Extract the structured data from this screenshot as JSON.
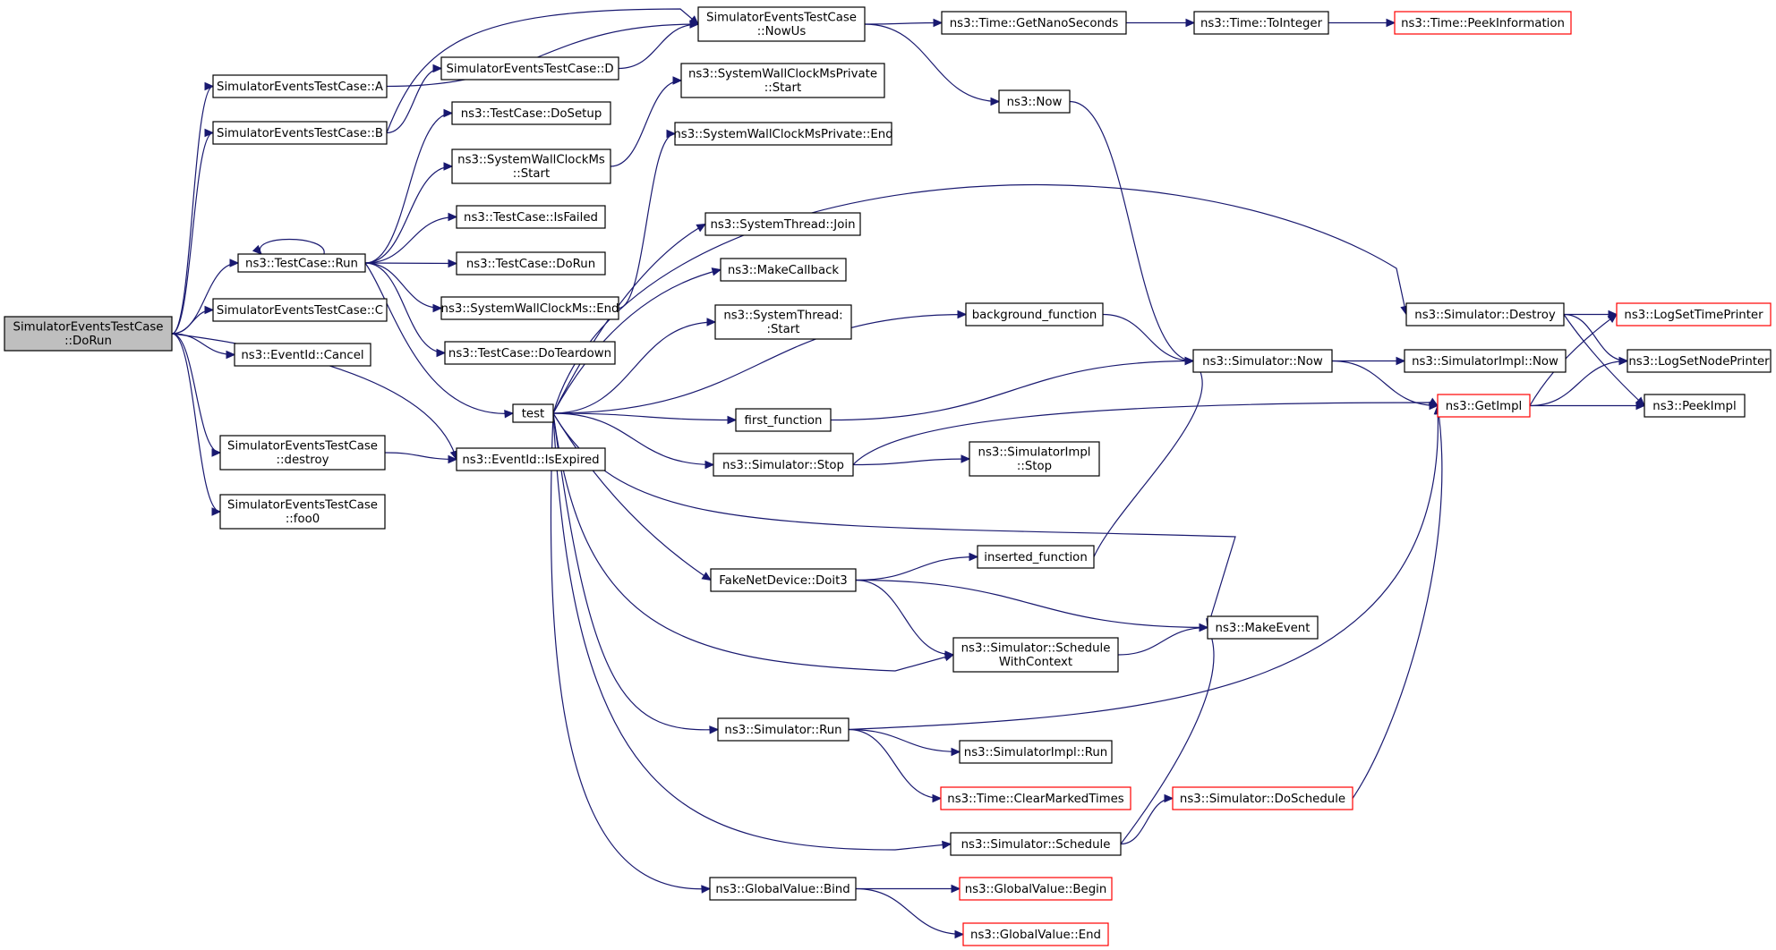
{
  "graph": {
    "colors": {
      "edge": "#191970",
      "root_fill": "#bfbfbf",
      "truncated_border": "#ff0000",
      "node_border": "#000000"
    },
    "nodes": [
      {
        "id": "dorun",
        "lines": [
          "SimulatorEventsTestCase",
          "::DoRun"
        ],
        "style": "root"
      },
      {
        "id": "A",
        "lines": [
          "SimulatorEventsTestCase::A"
        ]
      },
      {
        "id": "B",
        "lines": [
          "SimulatorEventsTestCase::B"
        ]
      },
      {
        "id": "run",
        "lines": [
          "ns3::TestCase::Run"
        ]
      },
      {
        "id": "C",
        "lines": [
          "SimulatorEventsTestCase::C"
        ]
      },
      {
        "id": "cancel",
        "lines": [
          "ns3::EventId::Cancel"
        ]
      },
      {
        "id": "destroyTC",
        "lines": [
          "SimulatorEventsTestCase",
          "::destroy"
        ]
      },
      {
        "id": "foo0",
        "lines": [
          "SimulatorEventsTestCase",
          "::foo0"
        ]
      },
      {
        "id": "nowus",
        "lines": [
          "SimulatorEventsTestCase",
          "::NowUs"
        ]
      },
      {
        "id": "D",
        "lines": [
          "SimulatorEventsTestCase::D"
        ]
      },
      {
        "id": "dosetup",
        "lines": [
          "ns3::TestCase::DoSetup"
        ]
      },
      {
        "id": "swcStart",
        "lines": [
          "ns3::SystemWallClockMs",
          "::Start"
        ]
      },
      {
        "id": "isfailed",
        "lines": [
          "ns3::TestCase::IsFailed"
        ]
      },
      {
        "id": "tcdorun",
        "lines": [
          "ns3::TestCase::DoRun"
        ]
      },
      {
        "id": "swcEnd",
        "lines": [
          "ns3::SystemWallClockMs::End"
        ]
      },
      {
        "id": "doteardown",
        "lines": [
          "ns3::TestCase::DoTeardown"
        ]
      },
      {
        "id": "test",
        "lines": [
          "test"
        ]
      },
      {
        "id": "isexpired",
        "lines": [
          "ns3::EventId::IsExpired"
        ]
      },
      {
        "id": "getnano",
        "lines": [
          "ns3::Time::GetNanoSeconds"
        ]
      },
      {
        "id": "tointeger",
        "lines": [
          "ns3::Time::ToInteger"
        ]
      },
      {
        "id": "peekinfo",
        "lines": [
          "ns3::Time::PeekInformation"
        ],
        "style": "truncated"
      },
      {
        "id": "now",
        "lines": [
          "ns3::Now"
        ]
      },
      {
        "id": "swcpStart",
        "lines": [
          "ns3::SystemWallClockMsPrivate",
          "::Start"
        ]
      },
      {
        "id": "swcpEnd",
        "lines": [
          "ns3::SystemWallClockMsPrivate::End"
        ]
      },
      {
        "id": "join",
        "lines": [
          "ns3::SystemThread::Join"
        ]
      },
      {
        "id": "makecb",
        "lines": [
          "ns3::MakeCallback"
        ]
      },
      {
        "id": "stStart",
        "lines": [
          "ns3::SystemThread:",
          ":Start"
        ]
      },
      {
        "id": "bgfunc",
        "lines": [
          "background_function"
        ]
      },
      {
        "id": "firstfunc",
        "lines": [
          "first_function"
        ]
      },
      {
        "id": "simstop",
        "lines": [
          "ns3::Simulator::Stop"
        ]
      },
      {
        "id": "doit3",
        "lines": [
          "FakeNetDevice::Doit3"
        ]
      },
      {
        "id": "simrun",
        "lines": [
          "ns3::Simulator::Run"
        ]
      },
      {
        "id": "gvbind",
        "lines": [
          "ns3::GlobalValue::Bind"
        ]
      },
      {
        "id": "simnow",
        "lines": [
          "ns3::Simulator::Now"
        ]
      },
      {
        "id": "simimplstop",
        "lines": [
          "ns3::SimulatorImpl",
          "::Stop"
        ]
      },
      {
        "id": "insfunc",
        "lines": [
          "inserted_function"
        ]
      },
      {
        "id": "schedctx",
        "lines": [
          "ns3::Simulator::Schedule",
          "WithContext"
        ]
      },
      {
        "id": "simimplrun",
        "lines": [
          "ns3::SimulatorImpl::Run"
        ]
      },
      {
        "id": "clearmarked",
        "lines": [
          "ns3::Time::ClearMarkedTimes"
        ],
        "style": "truncated"
      },
      {
        "id": "schedule",
        "lines": [
          "ns3::Simulator::Schedule"
        ]
      },
      {
        "id": "doschedule",
        "lines": [
          "ns3::Simulator::DoSchedule"
        ],
        "style": "truncated"
      },
      {
        "id": "gvbegin",
        "lines": [
          "ns3::GlobalValue::Begin"
        ],
        "style": "truncated"
      },
      {
        "id": "gvend",
        "lines": [
          "ns3::GlobalValue::End"
        ],
        "style": "truncated"
      },
      {
        "id": "simdestroy",
        "lines": [
          "ns3::Simulator::Destroy"
        ]
      },
      {
        "id": "simimplnow",
        "lines": [
          "ns3::SimulatorImpl::Now"
        ]
      },
      {
        "id": "getimpl",
        "lines": [
          "ns3::GetImpl"
        ],
        "style": "truncated"
      },
      {
        "id": "makeevent",
        "lines": [
          "ns3::MakeEvent"
        ]
      },
      {
        "id": "logtime",
        "lines": [
          "ns3::LogSetTimePrinter"
        ],
        "style": "truncated"
      },
      {
        "id": "lognode",
        "lines": [
          "ns3::LogSetNodePrinter"
        ]
      },
      {
        "id": "peekimpl",
        "lines": [
          "ns3::PeekImpl"
        ]
      }
    ],
    "edges": [
      [
        "dorun",
        "A"
      ],
      [
        "dorun",
        "B"
      ],
      [
        "dorun",
        "run"
      ],
      [
        "dorun",
        "C"
      ],
      [
        "dorun",
        "cancel"
      ],
      [
        "dorun",
        "destroyTC"
      ],
      [
        "dorun",
        "isexpired"
      ],
      [
        "dorun",
        "foo0"
      ],
      [
        "A",
        "nowus"
      ],
      [
        "B",
        "D"
      ],
      [
        "B",
        "nowus"
      ],
      [
        "D",
        "nowus"
      ],
      [
        "nowus",
        "getnano"
      ],
      [
        "nowus",
        "now"
      ],
      [
        "getnano",
        "tointeger"
      ],
      [
        "tointeger",
        "peekinfo"
      ],
      [
        "now",
        "simnow"
      ],
      [
        "run",
        "run"
      ],
      [
        "run",
        "dosetup"
      ],
      [
        "run",
        "swcStart"
      ],
      [
        "run",
        "isfailed"
      ],
      [
        "run",
        "tcdorun"
      ],
      [
        "run",
        "swcEnd"
      ],
      [
        "run",
        "doteardown"
      ],
      [
        "run",
        "test"
      ],
      [
        "swcStart",
        "swcpStart"
      ],
      [
        "swcEnd",
        "swcpEnd"
      ],
      [
        "destroyTC",
        "isexpired"
      ],
      [
        "test",
        "simdestroy"
      ],
      [
        "test",
        "join"
      ],
      [
        "test",
        "makecb"
      ],
      [
        "test",
        "stStart"
      ],
      [
        "test",
        "bgfunc"
      ],
      [
        "test",
        "firstfunc"
      ],
      [
        "test",
        "simstop"
      ],
      [
        "test",
        "makeevent"
      ],
      [
        "test",
        "doit3"
      ],
      [
        "test",
        "schedctx"
      ],
      [
        "test",
        "simrun"
      ],
      [
        "test",
        "schedule"
      ],
      [
        "test",
        "gvbind"
      ],
      [
        "bgfunc",
        "simnow"
      ],
      [
        "firstfunc",
        "simnow"
      ],
      [
        "simstop",
        "getimpl"
      ],
      [
        "simstop",
        "simimplstop"
      ],
      [
        "doit3",
        "insfunc"
      ],
      [
        "doit3",
        "makeevent"
      ],
      [
        "doit3",
        "schedctx"
      ],
      [
        "insfunc",
        "simnow"
      ],
      [
        "schedctx",
        "makeevent"
      ],
      [
        "simrun",
        "getimpl"
      ],
      [
        "simrun",
        "simimplrun"
      ],
      [
        "simrun",
        "clearmarked"
      ],
      [
        "schedule",
        "makeevent"
      ],
      [
        "schedule",
        "doschedule"
      ],
      [
        "doschedule",
        "getimpl"
      ],
      [
        "gvbind",
        "gvbegin"
      ],
      [
        "gvbind",
        "gvend"
      ],
      [
        "simnow",
        "simimplnow"
      ],
      [
        "simnow",
        "getimpl"
      ],
      [
        "simdestroy",
        "logtime"
      ],
      [
        "simdestroy",
        "lognode"
      ],
      [
        "simdestroy",
        "peekimpl"
      ],
      [
        "getimpl",
        "logtime"
      ],
      [
        "getimpl",
        "lognode"
      ],
      [
        "getimpl",
        "peekimpl"
      ]
    ]
  }
}
